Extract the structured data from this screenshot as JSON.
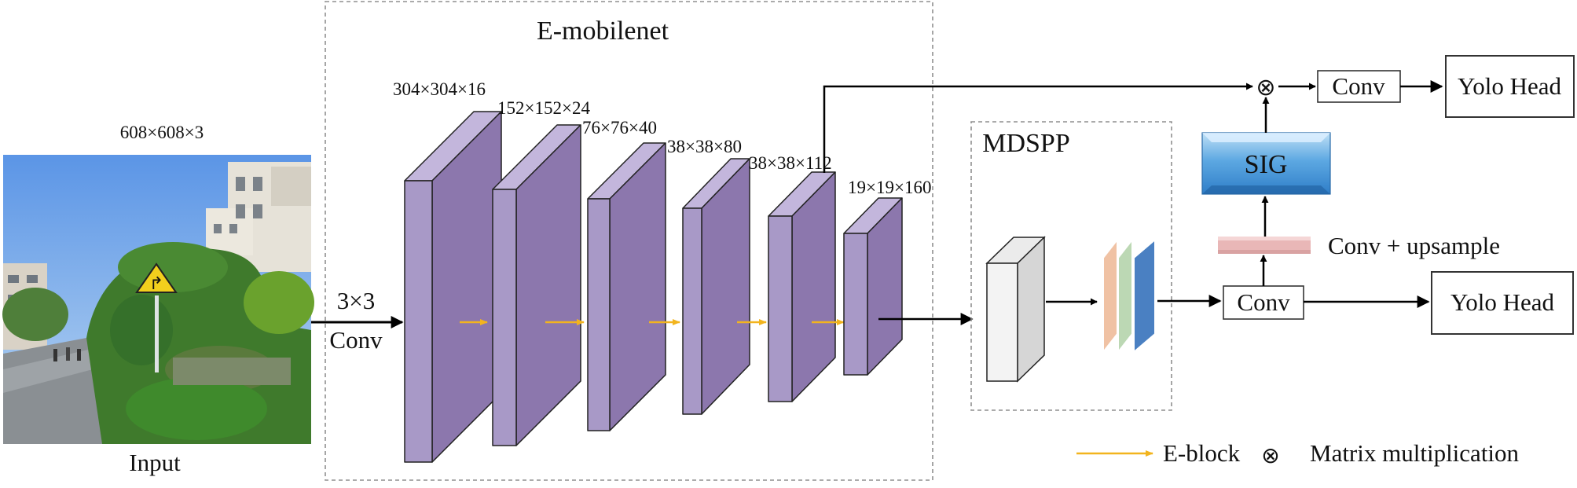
{
  "input": {
    "dims": "608×608×3",
    "caption": "Input",
    "sign_glyph": "↱",
    "colors": {
      "sky_top": "#5b95e6",
      "sky_bottom": "#b9d6f2",
      "foliage": "#3f7a2c",
      "road": "#8a8f93",
      "sign": "#f2cf1d"
    }
  },
  "conv_in": {
    "line1": "3×3",
    "line2": "Conv"
  },
  "backbone": {
    "title": "E-mobilenet",
    "layers": [
      {
        "dims": "304×304×16"
      },
      {
        "dims": "152×152×24"
      },
      {
        "dims": "76×76×40"
      },
      {
        "dims": "38×38×80"
      },
      {
        "dims": "38×38×112"
      },
      {
        "dims": "19×19×160"
      }
    ],
    "colors": {
      "front": "#a899c7",
      "side": "#8c77ad",
      "top": "#c3b6dc",
      "edge": "#222222",
      "arrow": "#f2b41e"
    }
  },
  "mdspp": {
    "title": "MDSPP",
    "colors": {
      "box_front": "#f3f3f3",
      "box_side": "#d6d6d6",
      "box_top": "#ebebeb",
      "slab1": "#f0c2a4",
      "slab2": "#bcd8b4",
      "slab3": "#4a80c2"
    }
  },
  "head_path": {
    "conv_mid": "Conv",
    "conv_top": "Conv",
    "yolo_top": "Yolo Head",
    "yolo_mid": "Yolo Head",
    "sig": "SIG",
    "upsample_label": "Conv + upsample",
    "mult_symbol": "⊗",
    "colors": {
      "sig_top": "#bfe0f6",
      "sig_bottom": "#2f7ec8",
      "upsample": "#e9b7b7"
    }
  },
  "legend": {
    "eblock": "E-block",
    "mult_symbol": "⊗",
    "mult": "Matrix multiplication"
  }
}
